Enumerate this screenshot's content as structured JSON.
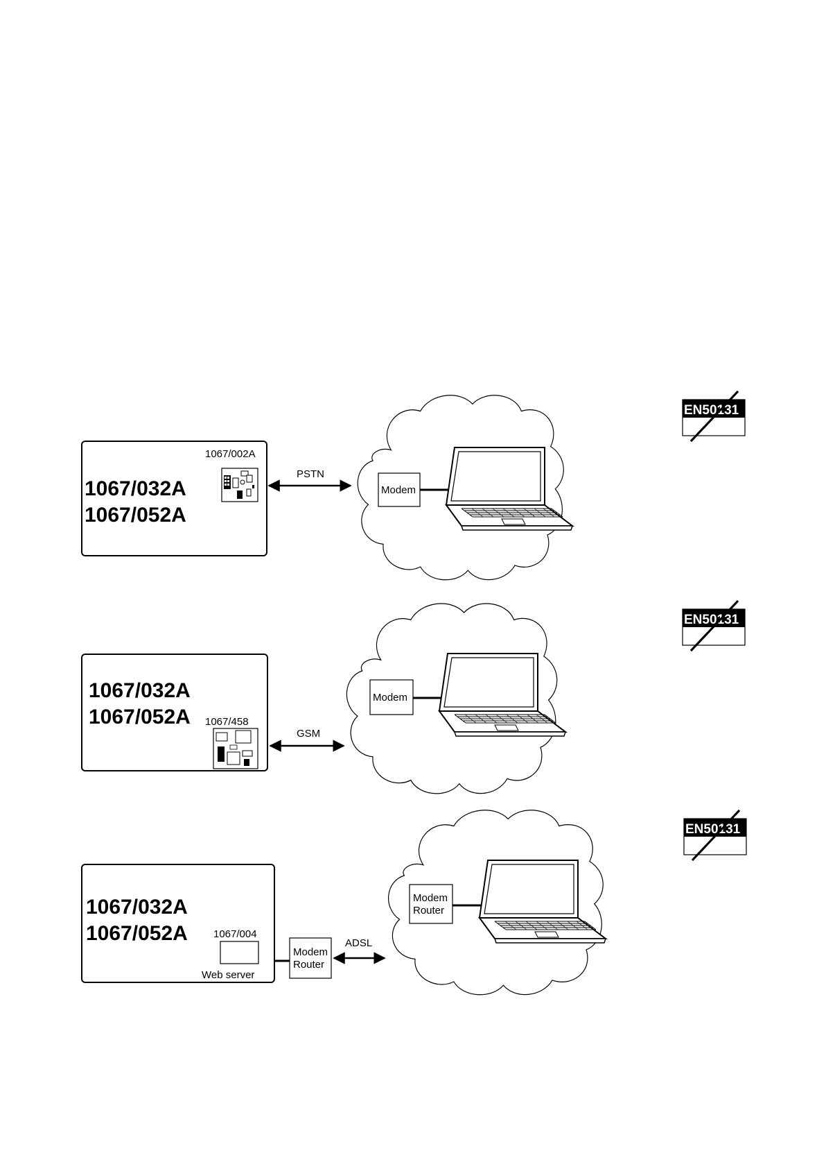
{
  "colors": {
    "line": "#000000",
    "background": "#ffffff",
    "badge_fill": "#000000",
    "badge_text": "#ffffff"
  },
  "rows": [
    {
      "model_line_1": "1067/032A",
      "model_line_2": "1067/052A",
      "module_label": "1067/002A",
      "module_icon": "pstn-board-icon",
      "link_label": "PSTN",
      "remote_device_label": "Modem",
      "badge_text": "EN50131"
    },
    {
      "model_line_1": "1067/032A",
      "model_line_2": "1067/052A",
      "module_label": "1067/458",
      "module_icon": "gsm-board-icon",
      "link_label": "GSM",
      "remote_device_label": "Modem",
      "badge_text": "EN50131"
    },
    {
      "model_line_1": "1067/032A",
      "model_line_2": "1067/052A",
      "module_label": "1067/004",
      "module_sublabel": "Web server",
      "module_icon": "web-server-module-icon",
      "router_line_1": "Modem",
      "router_line_2": "Router",
      "link_label": "ADSL",
      "remote_device_line_1": "Modem",
      "remote_device_line_2": "Router",
      "badge_text": "EN50131"
    }
  ]
}
